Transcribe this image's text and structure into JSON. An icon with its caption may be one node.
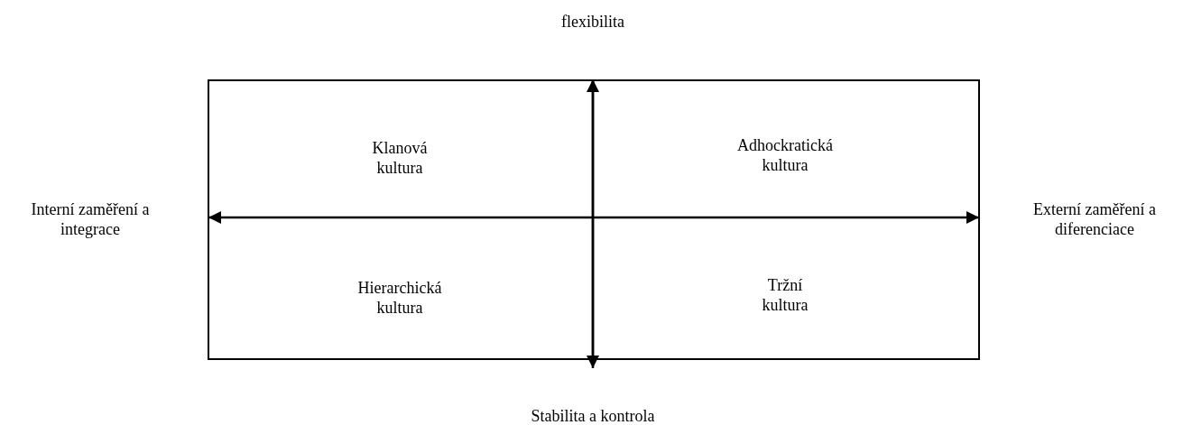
{
  "diagram": {
    "nodes": [
      {
        "text": [],
        "shape": "box"
      }
    ],
    "labels": [
      "flexibilita",
      "Klanová kultura",
      "Adhockratická kultura",
      "Interní zaměření a integrace",
      "Externí zaměření a diferenciace",
      "Hierarchická kultura",
      "Tržní kultura",
      "Stabilita a kontrola"
    ]
  }
}
